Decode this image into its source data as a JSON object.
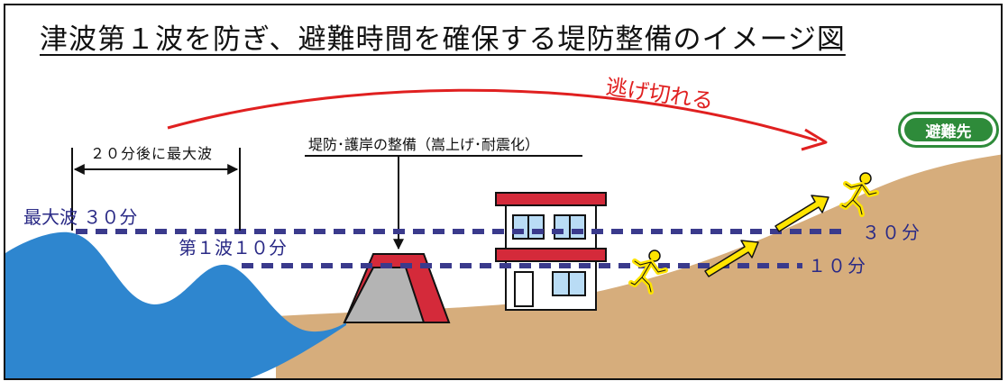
{
  "title": "津波第１波を防ぎ、避難時間を確保する堤防整備のイメージ図",
  "labels": {
    "escape": "逃げ切れる",
    "evacuation_site": "避難先",
    "levee_work": "堤防･護岸の整備（嵩上げ･耐震化）",
    "interval": "２０分後に最大波",
    "max_wave": "最大波 ３０分",
    "first_wave": "第１波１０分",
    "level_30": "３０分",
    "level_10": "１０分"
  },
  "colors": {
    "sea": "#2e86cf",
    "ground": "#d6ad7c",
    "levee_red": "#d42a3a",
    "levee_gray": "#b4b4b4",
    "escape_arrow": "#e02020",
    "time_line": "#3a3a8c",
    "person": "#ffe400",
    "move_arrow": "#ffe400",
    "badge_green": "#2e8b3a",
    "roof_red": "#d42a3a",
    "window_blue": "#b9dcf5"
  },
  "icons": [
    "running-person-icon",
    "house-icon",
    "levee-icon",
    "up-right-arrow-icon"
  ]
}
